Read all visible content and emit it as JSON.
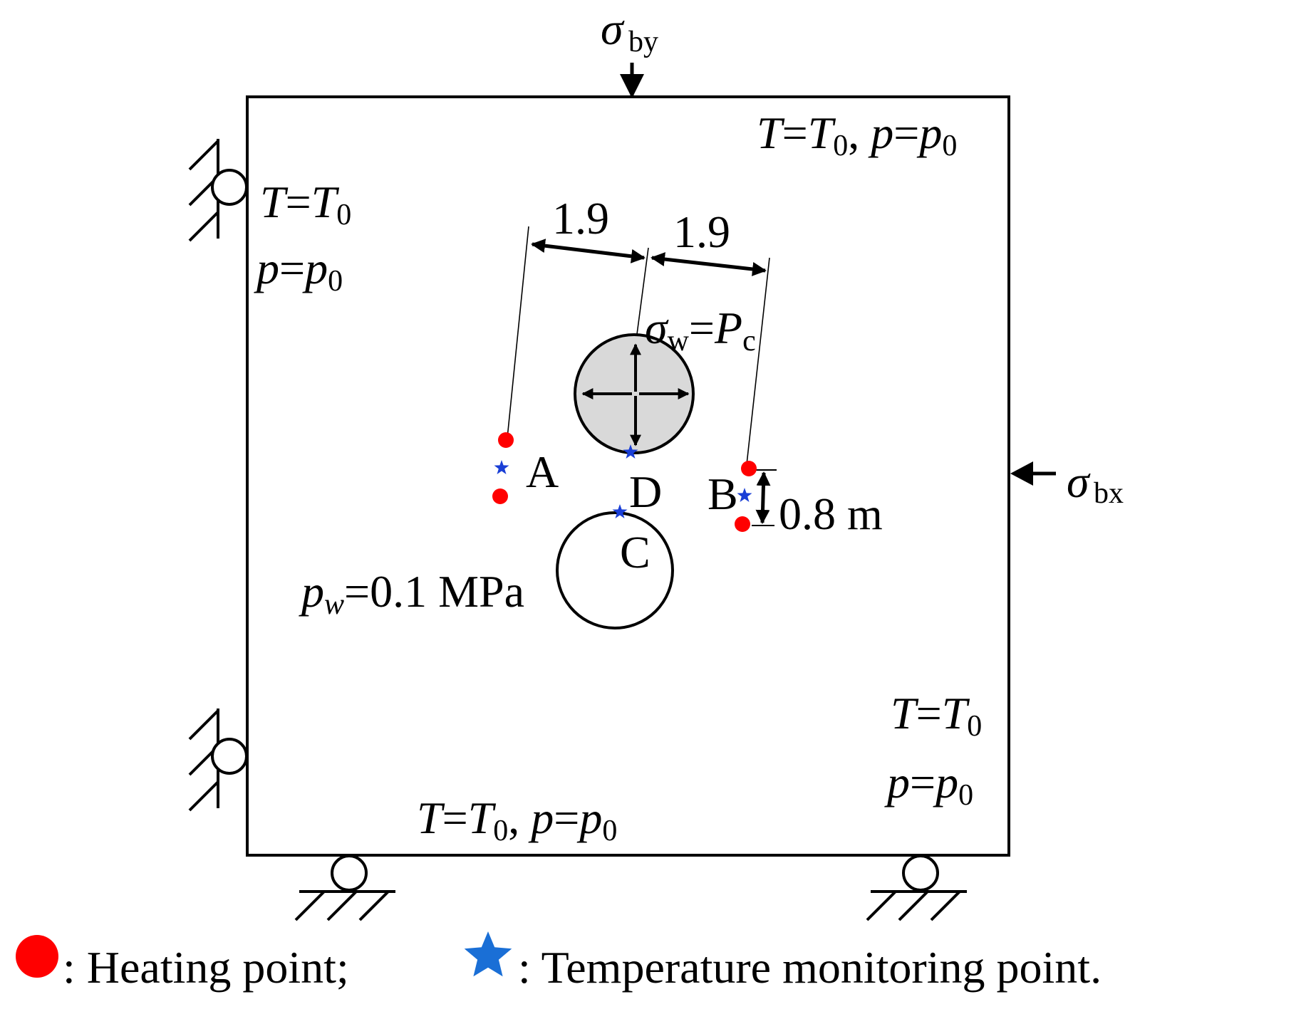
{
  "loads": {
    "sigma_by": {
      "sym": "σ",
      "sub": "by"
    },
    "sigma_bx": {
      "sym": "σ",
      "sub": "bx"
    },
    "sigma_w": {
      "sym": "σ",
      "sub": "w",
      "eq": "=",
      "rhs": "P",
      "rhs_sub": "c"
    }
  },
  "boundary_conditions": {
    "top_right": {
      "a": "T",
      "eq1": "=",
      "b": "T",
      "b_sub": "0",
      "sep": ", ",
      "c": "p",
      "eq2": "=",
      "d": "p",
      "d_sub": "0"
    },
    "left_T": {
      "a": "T",
      "eq": "=",
      "b": "T",
      "b_sub": "0"
    },
    "left_p": {
      "a": "p",
      "eq": "=",
      "b": "p",
      "b_sub": "0"
    },
    "right_T": {
      "a": "T",
      "eq": "=",
      "b": "T",
      "b_sub": "0"
    },
    "right_p": {
      "a": "p",
      "eq": "=",
      "b": "p",
      "b_sub": "0"
    },
    "bottom": {
      "a": "T",
      "eq1": "=",
      "b": "T",
      "b_sub": "0",
      "sep": ", ",
      "c": "p",
      "eq2": "=",
      "d": "p",
      "d_sub": "0"
    }
  },
  "dimensions": {
    "left_spacing": "1.9",
    "right_spacing": "1.9",
    "vertical_spacing": "0.8 m"
  },
  "points": {
    "A": "A",
    "B": "B",
    "C": "C",
    "D": "D"
  },
  "lower_tunnel_pressure": {
    "sym": "p",
    "sub": "w",
    "rest": "=0.1 MPa"
  },
  "legend": {
    "heating": ": Heating point;",
    "monitoring": ": Temperature monitoring point."
  },
  "colors": {
    "heating_point": "#ff0000",
    "monitoring_point": "#1a3fd6",
    "legend_star": "#1a6fd6",
    "heated_tunnel_fill": "#d9d9d9",
    "stroke": "#000000"
  },
  "icons": {
    "heating": "red-dot-icon",
    "monitoring": "blue-star-icon",
    "roller_support": "roller-support-icon"
  }
}
